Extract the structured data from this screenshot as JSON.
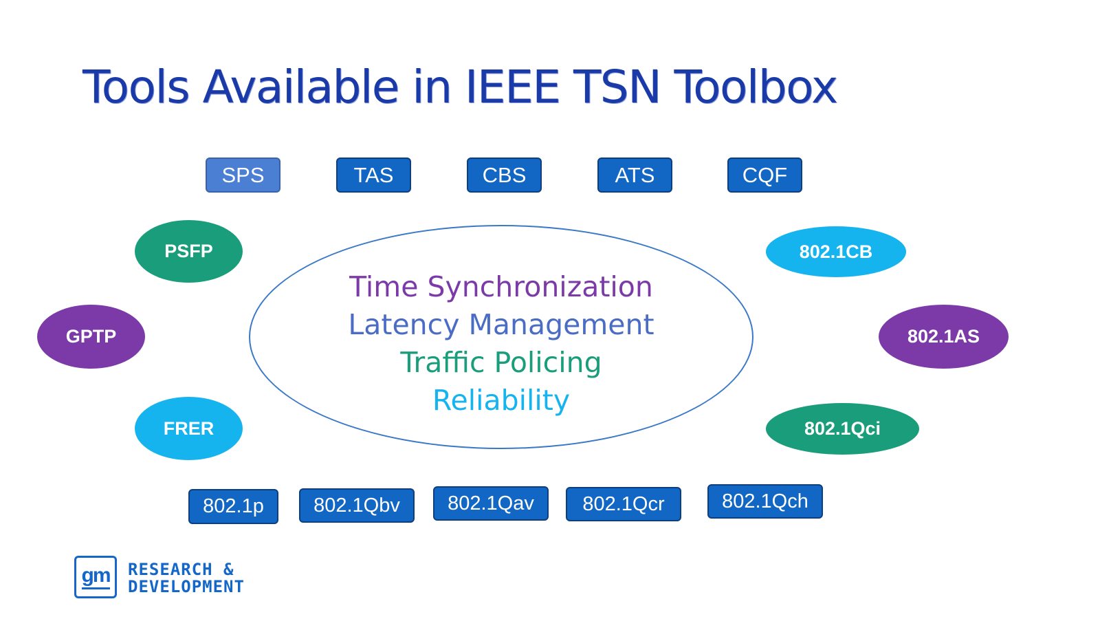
{
  "title": "Tools Available in IEEE TSN Toolbox",
  "top_tools": [
    "SPS",
    "TAS",
    "CBS",
    "ATS",
    "CQF"
  ],
  "bottom_standards": [
    "802.1p",
    "802.1Qbv",
    "802.1Qav",
    "802.1Qcr",
    "802.1Qch"
  ],
  "left_ovals": [
    {
      "label": "PSFP",
      "color": "#1a9d7a"
    },
    {
      "label": "GPTP",
      "color": "#7b3aa8"
    },
    {
      "label": "FRER",
      "color": "#15b4ef"
    }
  ],
  "right_ovals": [
    {
      "label": "802.1CB",
      "color": "#15b4ef"
    },
    {
      "label": "802.1AS",
      "color": "#7b3aa8"
    },
    {
      "label": "802.1Qci",
      "color": "#1a9d7a"
    }
  ],
  "center_items": [
    {
      "label": "Time Synchronization",
      "color": "#7b3aa8"
    },
    {
      "label": "Latency Management",
      "color": "#4a6cc4"
    },
    {
      "label": "Traffic Policing",
      "color": "#1a9d7a"
    },
    {
      "label": "Reliability",
      "color": "#15b4ef"
    }
  ],
  "logo": {
    "mark": "gm",
    "line1": "RESEARCH &",
    "line2": "DEVELOPMENT"
  }
}
